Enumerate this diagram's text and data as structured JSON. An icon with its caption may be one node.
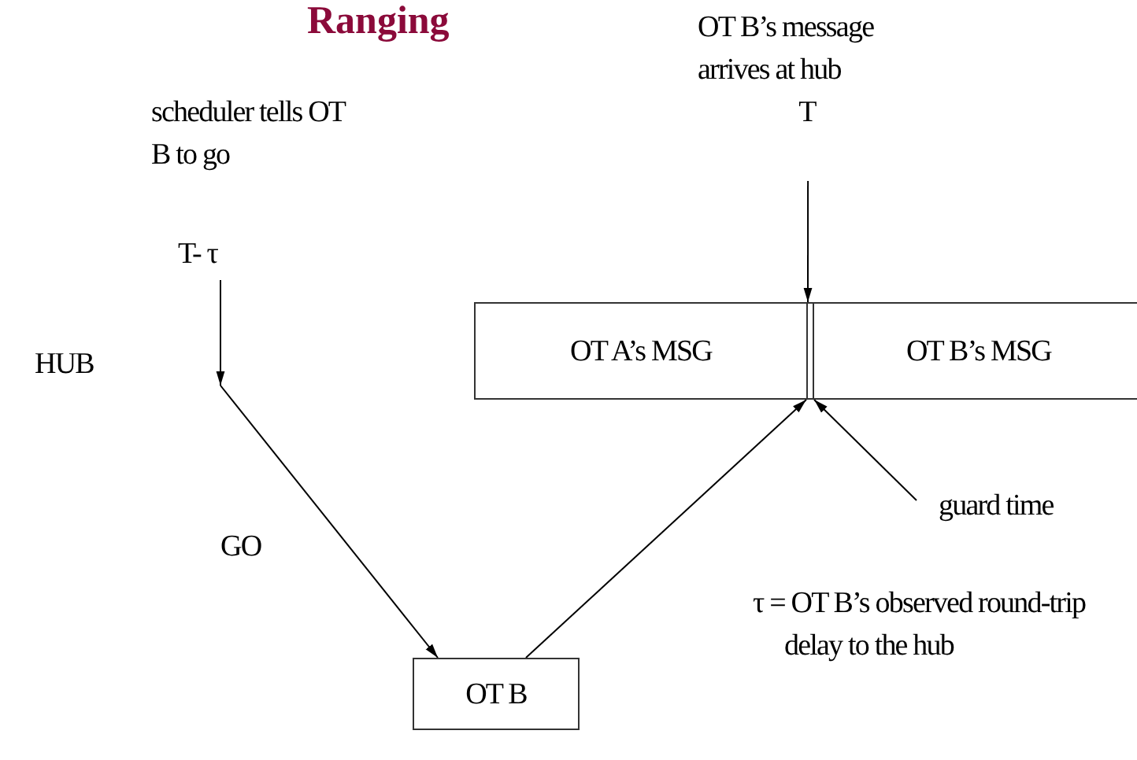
{
  "diagram": {
    "title": "Ranging",
    "nodes": [
      {
        "text": [
          "scheduler tells OT B to go",
          "T- τ"
        ]
      },
      {
        "text": [
          "OT B’s message arrives at hub",
          "T"
        ]
      },
      {
        "text": [
          "OT A’s MSG"
        ]
      },
      {
        "text": [
          "OT B’s MSG"
        ]
      },
      {
        "text": [
          "guard time"
        ]
      },
      {
        "text": [],
        "shape": "bar"
      },
      {
        "text": [
          "OT B"
        ]
      }
    ],
    "edges": [
      {
        "from": 0,
        "to": null,
        "arrow": "to"
      },
      {
        "from": null,
        "to": 6,
        "arrow": "to"
      },
      {
        "from": 6,
        "to": 5,
        "arrow": "to"
      },
      {
        "from": 1,
        "to": 5,
        "arrow": "to"
      },
      {
        "from": 4,
        "to": 5,
        "arrow": "to"
      }
    ],
    "labels": [
      "HUB",
      "GO",
      "τ = OT B’s observed round-trip delay to the hub"
    ]
  }
}
